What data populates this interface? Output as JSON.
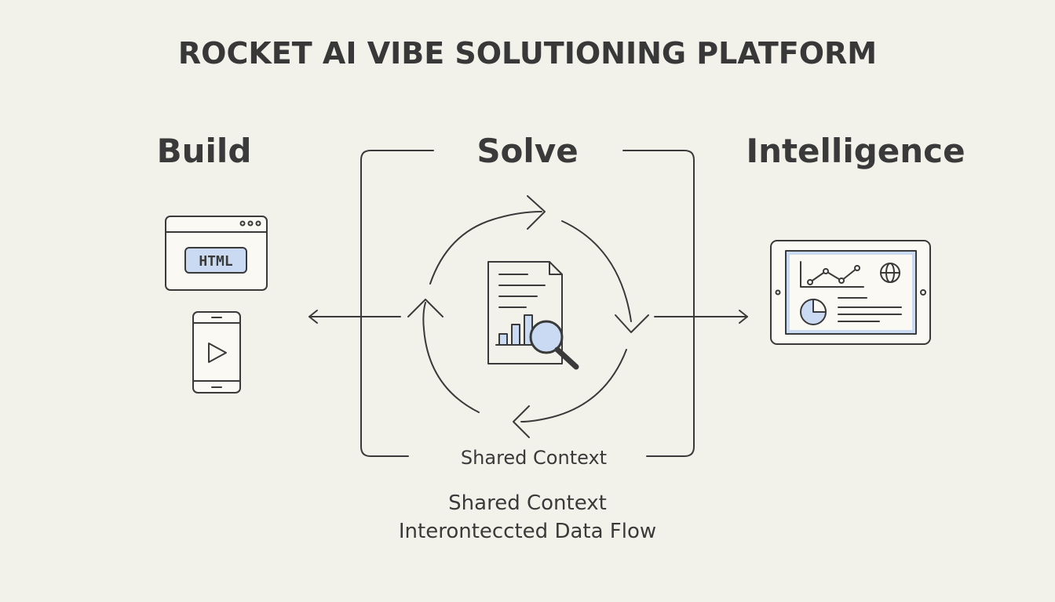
{
  "title": "ROCKET AI VIBE SOLUTIONING PLATFORM",
  "columns": {
    "build": {
      "heading": "Build",
      "browser_label": "HTML"
    },
    "solve": {
      "heading": "Solve",
      "loop_caption": "Shared Context"
    },
    "intelligence": {
      "heading": "Intelligence"
    }
  },
  "footer": {
    "line1": "Shared Context",
    "line2": "Interonteccted Data Flow"
  },
  "icons": {
    "build_browser": "browser-window-icon",
    "build_phone": "mobile-play-icon",
    "solve_document": "document-chart-search-icon",
    "intelligence_tablet": "tablet-dashboard-icon"
  },
  "colors": {
    "background": "#f3f2ea",
    "stroke": "#3a3a3a",
    "accent_fill": "#c9daf2"
  }
}
